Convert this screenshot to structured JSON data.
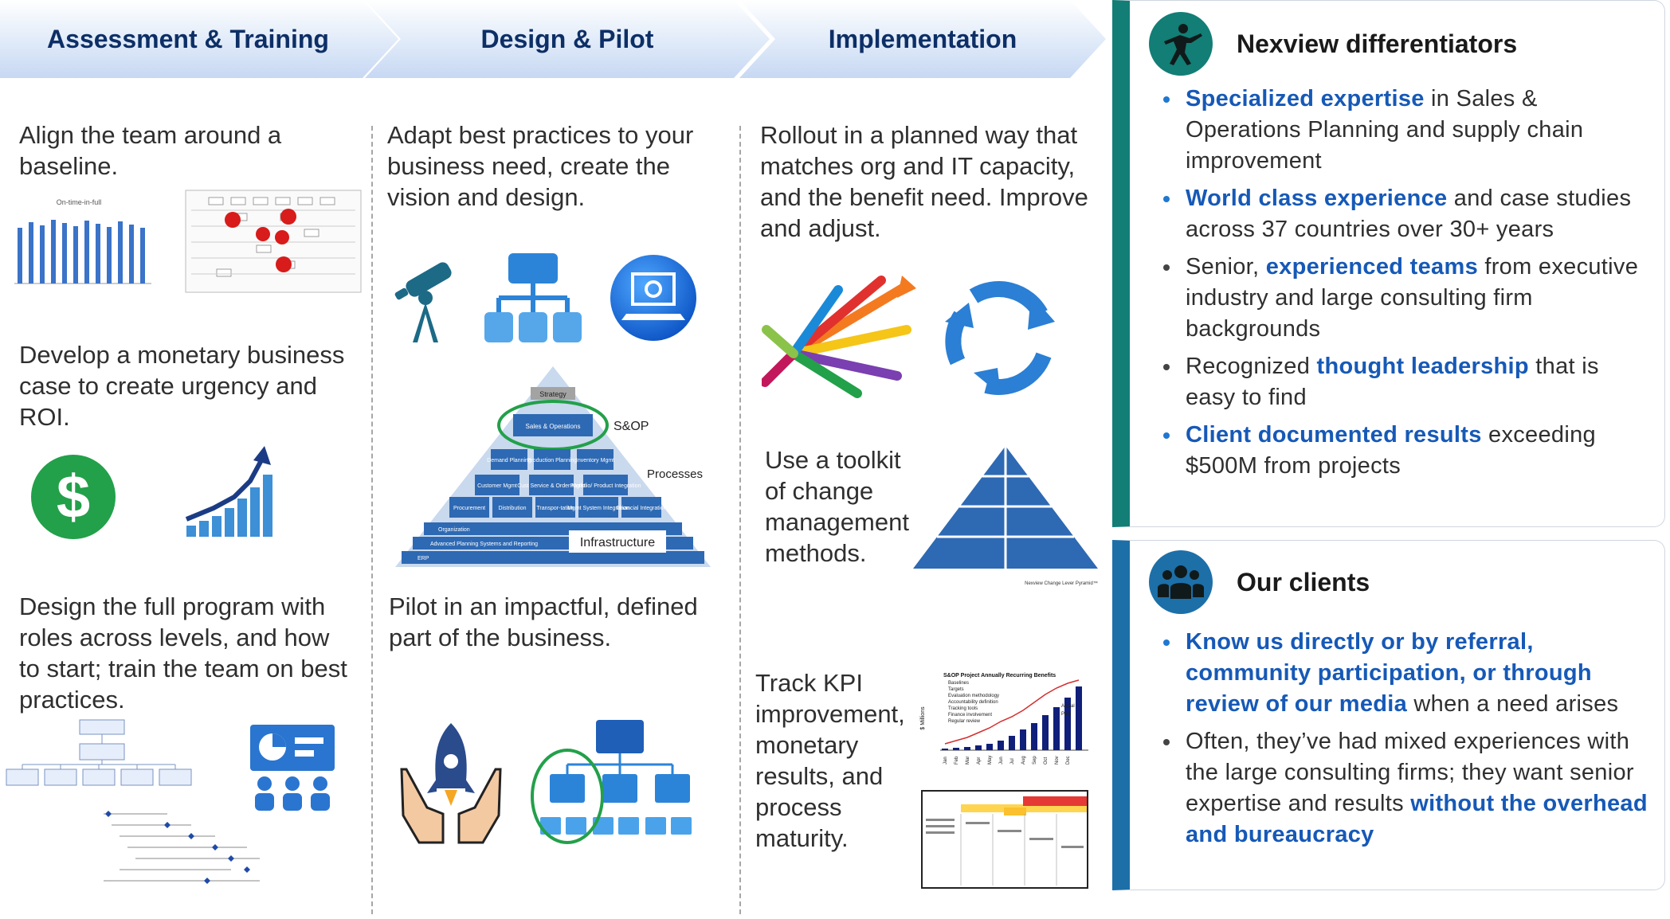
{
  "phases": [
    {
      "label": "Assessment & Training"
    },
    {
      "label": "Design & Pilot"
    },
    {
      "label": "Implementation"
    }
  ],
  "assessment": {
    "align": "Align the team around a baseline.",
    "chart_title": "On-time-in-full",
    "develop": "Develop a monetary business case to create urgency and ROI.",
    "design": "Design the full program with roles across levels, and how to start; train the team on best practices."
  },
  "design_pilot": {
    "adapt": "Adapt best practices to your business need, create the vision and design.",
    "pyramid": {
      "top": "Strategy",
      "sop_box": "Sales & Operations",
      "sop_label": "S&OP",
      "row1": [
        "Demand Planning",
        "Production Planning",
        "Inventory Mgmt"
      ],
      "row2": [
        "Customer Mgmt",
        "Cust Service & Order Mgmt",
        "Portfolio/ Product Integration"
      ],
      "row3": [
        "Procurement",
        "Distribution",
        "Transpor-tation",
        "Mgmt System Integration",
        "Financial Integration"
      ],
      "processes_label": "Processes",
      "org": "Organization",
      "aps": "Advanced Planning Systems and Reporting",
      "erp": "ERP",
      "infrastructure_label": "Infrastructure"
    },
    "pilot": "Pilot in an impactful, defined part of the business."
  },
  "implementation": {
    "rollout": "Rollout in a planned way that matches org and IT capacity, and the benefit need. Improve and adjust.",
    "toolkit": "Use a toolkit of change management methods.",
    "change_pyramid_caption": "Nexview Change Lever Pyramid™",
    "track": "Track KPI improvement, monetary results, and process maturity.",
    "benefits_title": "S&OP Project Annually Recurring Benefits",
    "benefits_ylabel": "$ Millions",
    "benefits_bullets": [
      "Baselines",
      "Targets",
      "Evaluation methodology",
      "Accountability definition",
      "Tracking tools",
      "Finance involvement",
      "Regular review"
    ],
    "benefits_legend": [
      "Actual",
      "Plan"
    ],
    "months": [
      "Jan",
      "Feb",
      "Mar",
      "Apr",
      "May",
      "Jun",
      "Jul",
      "Aug",
      "Sep",
      "Oct",
      "Nov",
      "Dec"
    ]
  },
  "differentiators": {
    "title": "Nexview differentiators",
    "items": [
      {
        "hl": "Specialized expertise",
        "rest": " in Sales & Operations Planning and supply chain improvement",
        "dot": "#1f78d1"
      },
      {
        "hl": "World class experience",
        "rest": " and case studies across 37 countries over 30+ years",
        "dot": "#1f78d1"
      },
      {
        "pre": "Senior, ",
        "hl": "experienced teams",
        "rest": " from executive industry and large consulting firm backgrounds",
        "dot": "#444444"
      },
      {
        "pre": "Recognized ",
        "hl": "thought leadership",
        "rest": " that is easy to find",
        "dot": "#444444"
      },
      {
        "hl": "Client documented results",
        "rest": " exceeding $500M from projects",
        "dot": "#1f78d1"
      }
    ]
  },
  "clients": {
    "title": "Our clients",
    "items": [
      {
        "hl": "Know us directly or by referral, community participation, or through review of our media",
        "rest": " when a need arises",
        "dot": "#1f78d1"
      },
      {
        "pre": "Often, they’ve had mixed experiences with the large consulting firms; they want senior expertise and results ",
        "hl": "without the overhead and bureaucracy",
        "rest": "",
        "dot": "#444444"
      }
    ]
  },
  "colors": {
    "teal": "#127e76",
    "blue": "#1659b7",
    "navy": "#0d2f66",
    "green": "#23a04a"
  }
}
